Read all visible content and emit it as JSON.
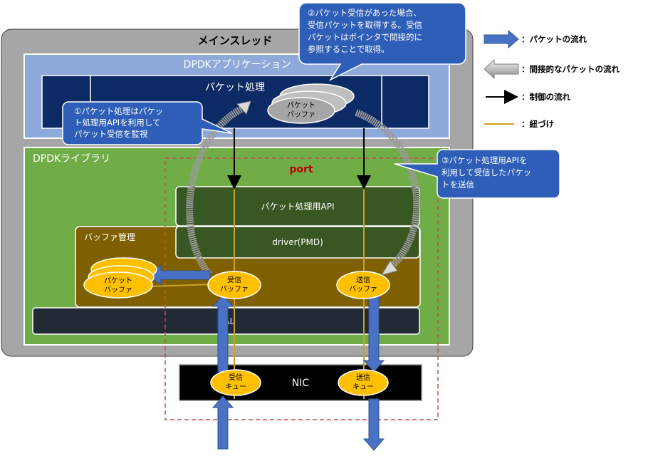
{
  "main_thread": {
    "label": "メインスレッド"
  },
  "dpdk_app": {
    "label": "DPDKアプリケーション",
    "packet_processing": "パケット処理"
  },
  "dpdk_lib": {
    "label": "DPDKライブラリ"
  },
  "port": {
    "label": "port"
  },
  "api": {
    "label": "パケット処理用API"
  },
  "driver": {
    "label": "driver(PMD)"
  },
  "buffer_mgmt": {
    "label": "バッファ管理"
  },
  "eal": {
    "label": "EAL"
  },
  "nic": {
    "label": "NIC"
  },
  "buffers": {
    "app_packet_buffer": [
      "パケット",
      "バッファ"
    ],
    "packet_buffer": [
      "パケット",
      "バッファ"
    ],
    "rx_buffer": [
      "受信",
      "バッファ"
    ],
    "tx_buffer": [
      "送信",
      "バッファ"
    ],
    "rx_queue": [
      "受信",
      "キュー"
    ],
    "tx_queue": [
      "送信",
      "キュー"
    ]
  },
  "callouts": {
    "c1": [
      "①パケット処理はパケッ",
      "ト処理用APIを利用して",
      "パケット受信を監視"
    ],
    "c2": [
      "②パケット受信があった場合、",
      "受信パケットを取得する。受信",
      "パケットはポインタで間接的に",
      "参照することで取得。"
    ],
    "c3": [
      "③パケット処理用APIを",
      "利用して受信したパケッ",
      "トを送信"
    ]
  },
  "legend": [
    {
      "label": "：パケットの流れ"
    },
    {
      "label": "：間接的なパケットの流れ"
    },
    {
      "label": "：制御の流れ"
    },
    {
      "label": "：紐づけ"
    }
  ],
  "colors": {
    "main_thread": "#a6a6a6",
    "app": "#8eaadb",
    "app_inner": "#0c2a63",
    "lib": "#70ad47",
    "api": "#385723",
    "buffer_mgmt": "#7f6000",
    "eal": "#222a35",
    "nic": "#000000",
    "buffer": "#ffc000",
    "callout": "#2e5eb8",
    "flow_arrow": "#4a72c4",
    "link_line": "#c9a227",
    "port_border": "#c0504d"
  }
}
